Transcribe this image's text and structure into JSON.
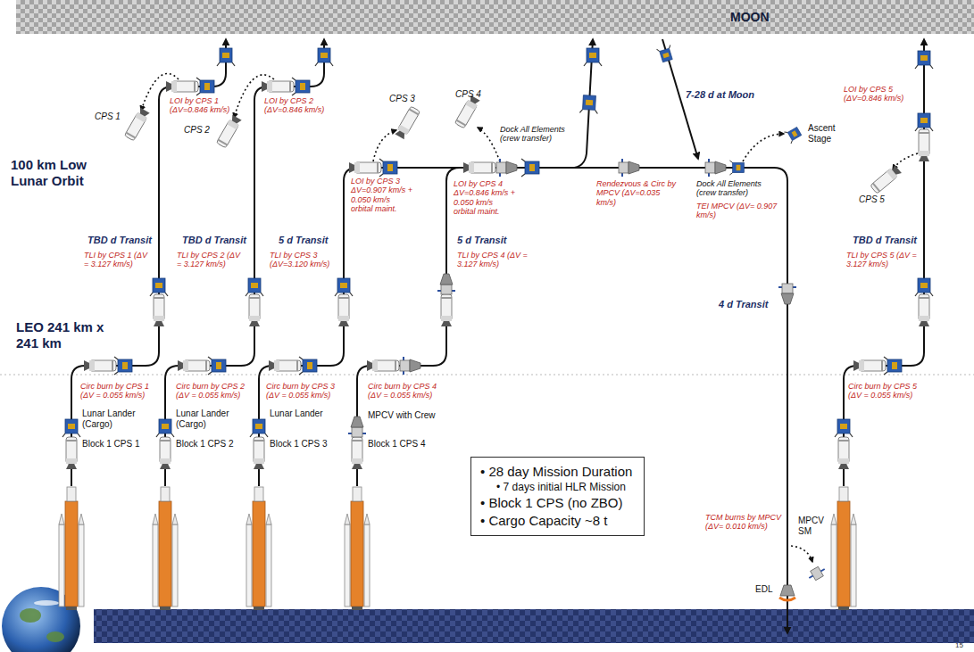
{
  "diagram": {
    "nodes": [
      {
        "text": [
          "MOON"
        ]
      },
      {
        "text": [
          "• 28 day Mission Duration",
          "• 7 days initial HLR Mission",
          "• Block 1 CPS (no ZBO)",
          "• Cargo Capacity ~8 t"
        ]
      }
    ],
    "labels": [
      "100 km Low Lunar Orbit",
      "LEO 241 km x 241 km",
      "CPS 1",
      "LOI by CPS 1 (ΔV=0.846 km/s)",
      "TBD d Transit",
      "TLI by CPS 1 (ΔV = 3.127 km/s)",
      "Circ burn by CPS 1 (ΔV = 0.055 km/s)",
      "Lunar Lander (Cargo)",
      "Block 1 CPS 1",
      "CPS 2",
      "LOI by CPS 2 (ΔV=0.846 km/s)",
      "TBD d Transit",
      "TLI by CPS 2 (ΔV = 3.127 km/s)",
      "Circ burn by CPS 2 (ΔV = 0.055 km/s)",
      "Lunar Lander (Cargo)",
      "Block 1 CPS 2",
      "CPS 3",
      "LOI by CPS 3 ΔV=0.907 km/s + 0.050 km/s orbital maint.",
      "5 d Transit",
      "TLI by CPS 3 (ΔV=3.120 km/s)",
      "Circ burn by CPS 3 (ΔV = 0.055 km/s)",
      "Lunar Lander",
      "Block 1 CPS 3",
      "CPS 4",
      "Dock All Elements (crew transfer)",
      "LOI by CPS 4 ΔV=0.846 km/s + 0.050 km/s orbital maint.",
      "5 d Transit",
      "TLI by CPS 4 (ΔV = 3.127 km/s)",
      "Circ burn by CPS 4 (ΔV = 0.055 km/s)",
      "MPCV with Crew",
      "Block 1 CPS 4",
      "7-28 d at Moon",
      "Rendezvous & Circ by MPCV (ΔV=0.035 km/s)",
      "Dock All Elements (crew transfer)",
      "TEI MPCV (ΔV= 0.907 km/s)",
      "Ascent Stage",
      "4 d Transit",
      "TCM burns by MPCV (ΔV= 0.010 km/s)",
      "MPCV SM",
      "EDL",
      "LOI by CPS 5 (ΔV=0.846 km/s)",
      "CPS 5",
      "TBD d Transit",
      "TLI by CPS 5 (ΔV = 3.127 km/s)",
      "Circ burn by CPS 5 (ΔV = 0.055 km/s)",
      "15"
    ]
  }
}
